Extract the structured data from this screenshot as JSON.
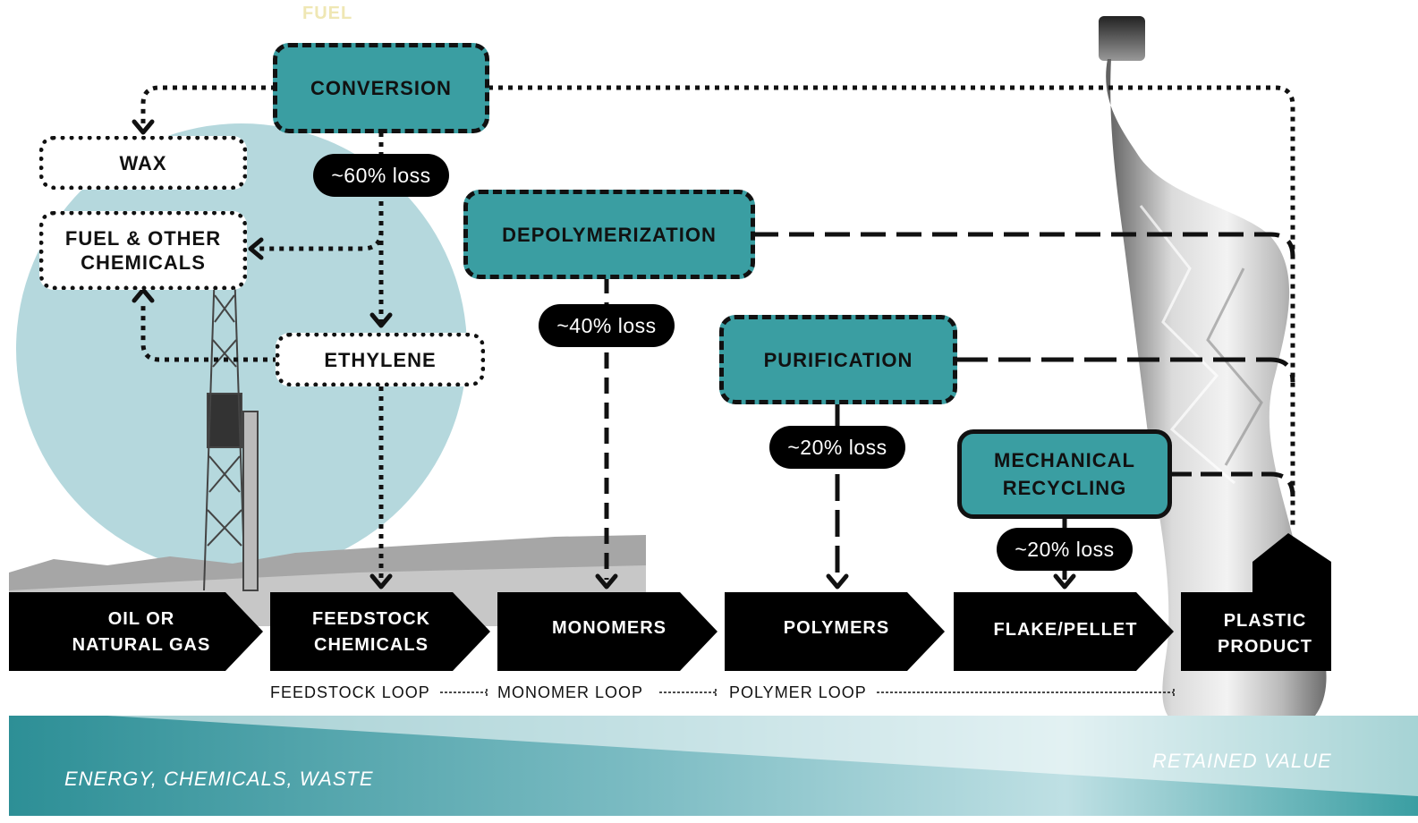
{
  "top_label": "FUEL",
  "processes": {
    "conversion": "CONVERSION",
    "depolymerization": "DEPOLYMERIZATION",
    "purification": "PURIFICATION",
    "mechanical_line1": "MECHANICAL",
    "mechanical_line2": "RECYCLING"
  },
  "outputs": {
    "wax": "WAX",
    "fuel_line1": "FUEL & OTHER",
    "fuel_line2": "CHEMICALS",
    "ethylene": "ETHYLENE"
  },
  "losses": {
    "conversion": "~60% loss",
    "depolymerization": "~40% loss",
    "purification": "~20% loss",
    "mechanical": "~20% loss"
  },
  "stages": [
    {
      "line1": "OIL OR",
      "line2": "NATURAL GAS"
    },
    {
      "line1": "FEEDSTOCK",
      "line2": "CHEMICALS"
    },
    {
      "line1": "MONOMERS",
      "line2": ""
    },
    {
      "line1": "POLYMERS",
      "line2": ""
    },
    {
      "line1": "FLAKE/PELLET",
      "line2": ""
    },
    {
      "line1": "PLASTIC",
      "line2": "PRODUCT"
    }
  ],
  "loops": {
    "feedstock": "FEEDSTOCK LOOP",
    "monomer": "MONOMER LOOP",
    "polymer": "POLYMER LOOP"
  },
  "footer": {
    "left": "ENERGY, CHEMICALS, WASTE",
    "right": "RETAINED VALUE"
  },
  "colors": {
    "teal": "#3a9ea2",
    "circle": "#b5d8dd",
    "black": "#000000",
    "band_dark": "#2d8f96",
    "band_light": "#bfe0e4"
  }
}
